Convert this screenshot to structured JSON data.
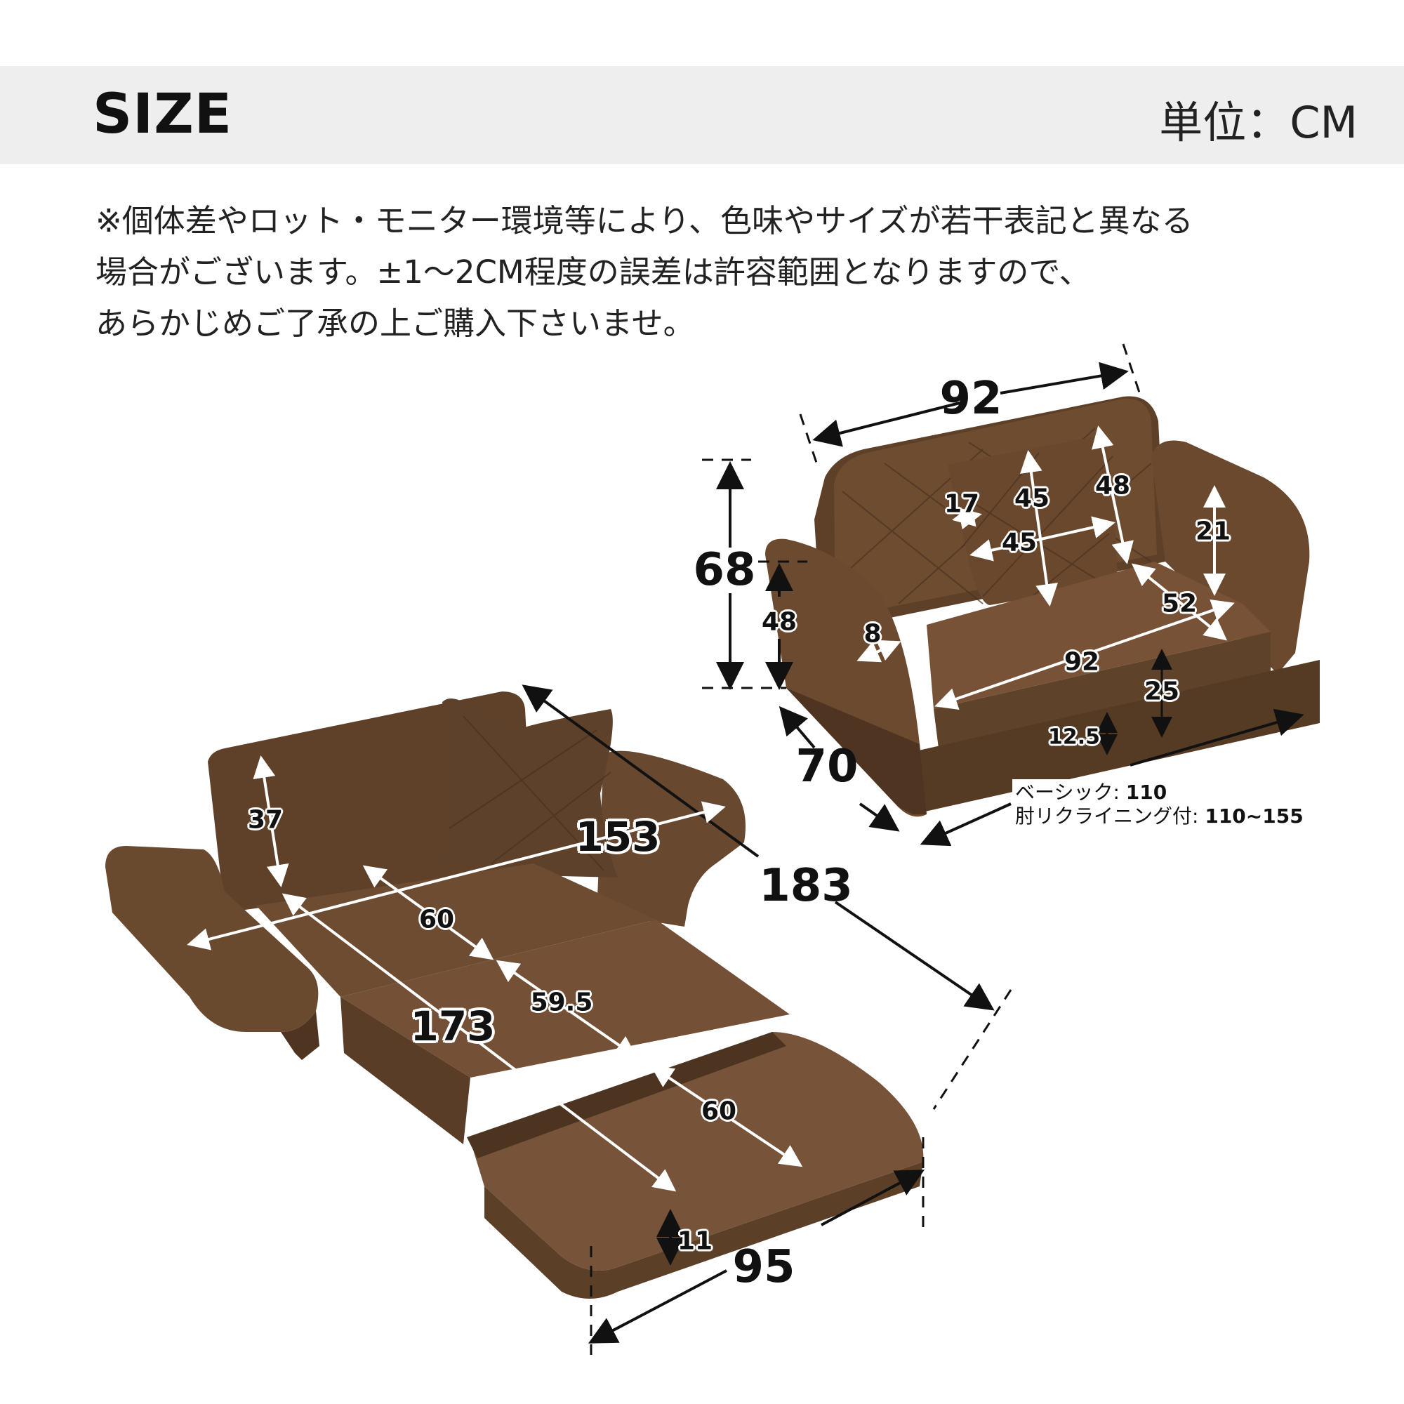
{
  "header": {
    "title": "SIZE",
    "unit": "単位：CM"
  },
  "notes": [
    "※個体差やロット・モニター環境等により、色味やサイズが若干表記と異なる",
    "場合がございます。±1～2CM程度の誤差は許容範囲となりますので、",
    "あらかじめご了承の上ご購入下さいませ。"
  ],
  "colors": {
    "header_bg": "#eeeeee",
    "fabric": "#6b4a2e",
    "fabric_dark": "#563a22",
    "fabric_light": "#7a5638"
  },
  "sofa_mode": {
    "overall_width": "92",
    "overall_height": "68",
    "overall_depth": "70",
    "armrest_height": "48",
    "armrest_width": "8",
    "backrest_height": "48",
    "cushion_thickness": "17",
    "cushion_height": "45",
    "cushion_width": "45",
    "armrest_above_seat": "21",
    "seat_depth": "52",
    "seat_width": "92",
    "seat_height": "25",
    "base_height": "12.5",
    "variant_basic_label": "ベーシック:",
    "variant_basic_value": "110",
    "variant_recline_label": "肘リクライニング付:",
    "variant_recline_value": "110~155"
  },
  "bed_mode": {
    "backrest_height": "37",
    "total_width": "153",
    "total_length": "183",
    "mattress_length": "173",
    "section1": "60",
    "section2": "59.5",
    "section3": "60",
    "mattress_thickness": "11",
    "mattress_width": "95"
  }
}
